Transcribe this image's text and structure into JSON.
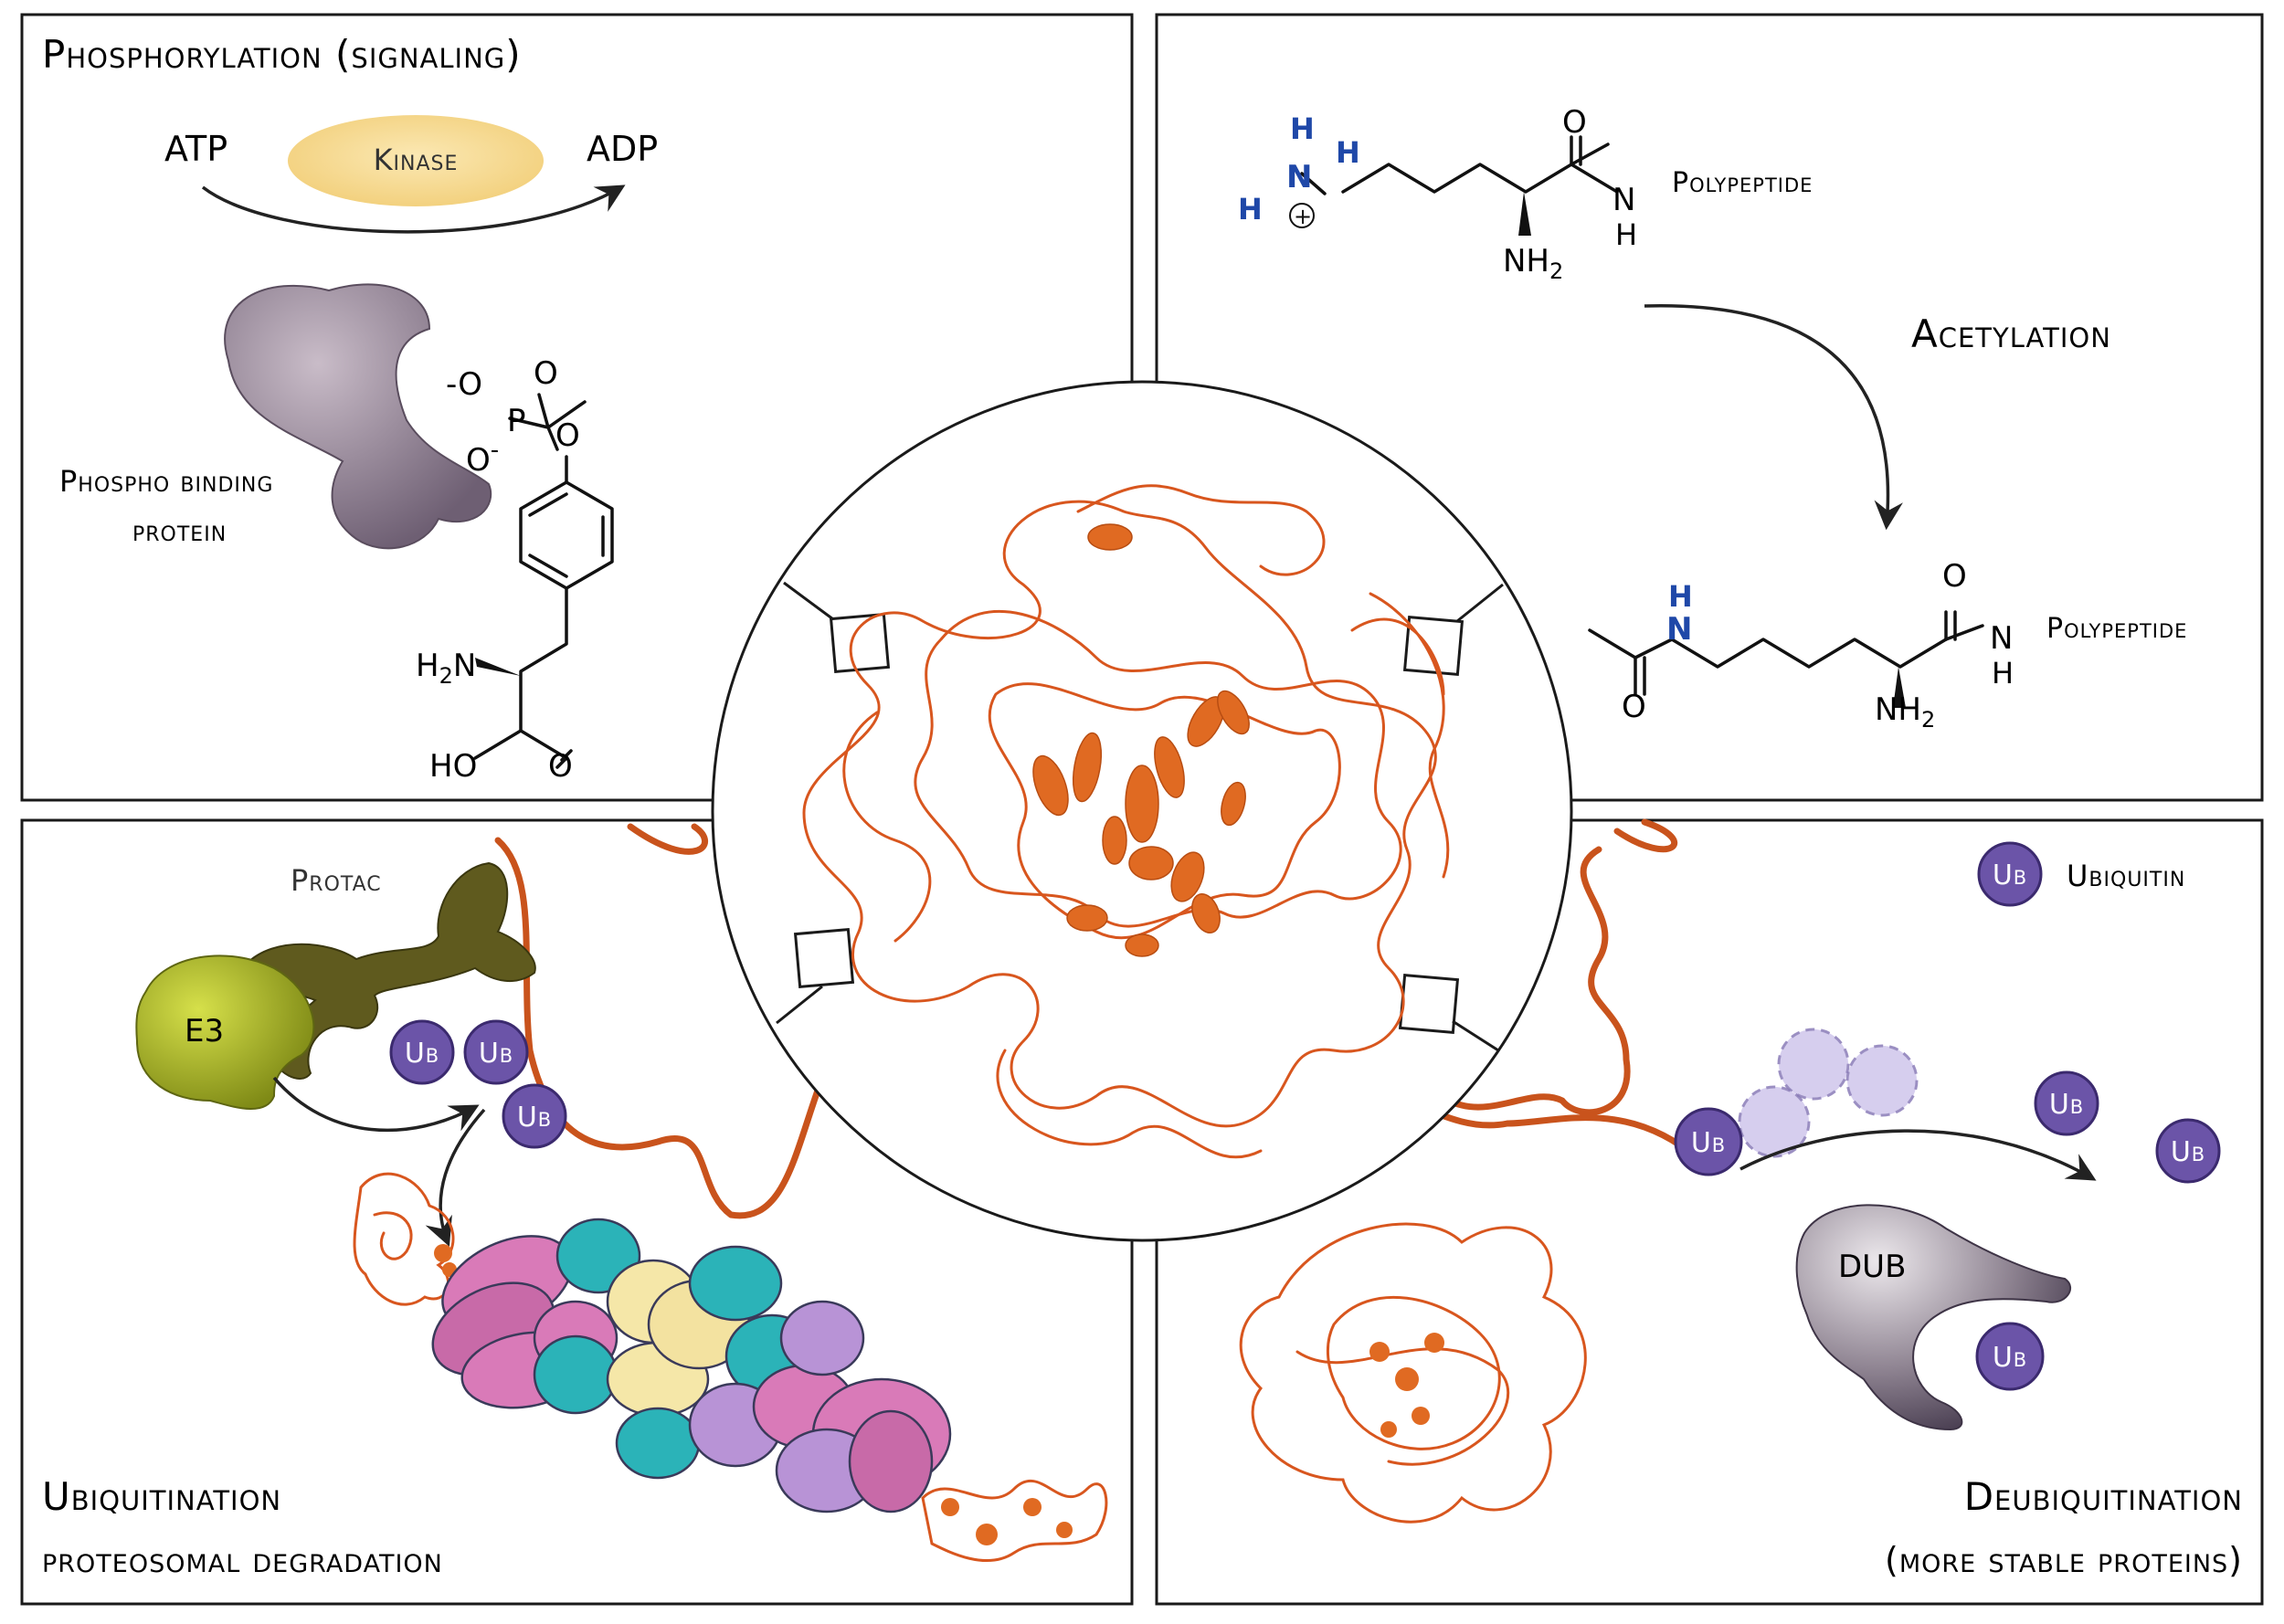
{
  "panels": {
    "phosphorylation": {
      "title": "Phosphorylation (signaling)",
      "substrate": "ATP",
      "product": "ADP",
      "enzyme": "Kinase",
      "binder_line1": "Phospho binding",
      "binder_line2": "protein",
      "atoms": {
        "o_minus_1": "O",
        "o_top": "O",
        "p": "P",
        "o_minus_2": "O",
        "o_ester": "O",
        "amine": "H",
        "amine_sub": "2",
        "amine_n": "N",
        "acid_ho": "HO",
        "acid_o": "O",
        "minus": "-"
      }
    },
    "acetylation": {
      "title": "Acetylation",
      "reactant_label": "Polypeptide",
      "product_label": "Polypeptide",
      "atoms": {
        "h": "H",
        "n": "N",
        "plus": "+",
        "o": "O",
        "nh": "N",
        "nh_h": "H",
        "nh2": "NH",
        "nh2_sub": "2"
      },
      "colors": {
        "charged_amine": "#1f48a8"
      }
    },
    "ubiquitination": {
      "title_line1": "Ubiquitination",
      "title_line2": "proteosomal degradation",
      "protac_label": "Protac",
      "e3_label": "E3",
      "ub_label": "Ub"
    },
    "deubiquitination": {
      "title_line1": "Deubiquitination",
      "title_line2": "(more stable proteins)",
      "legend_ub": "Ub",
      "legend_text": "Ubiquitin",
      "dub_label": "DUB",
      "ub_label": "Ub"
    }
  },
  "colors": {
    "protein_chain": "#d8561e",
    "kinase": "#f5d98d",
    "phospho_binder": "#8e7f92",
    "protac": "#5f5a1e",
    "e3": "#a3ad1e",
    "ubiquitin": "#6b54a8",
    "proteasome_pink": "#d97ab8",
    "proteasome_teal": "#2bb3b8",
    "proteasome_yellow": "#f5e7a8",
    "proteasome_violet": "#b893d6"
  }
}
